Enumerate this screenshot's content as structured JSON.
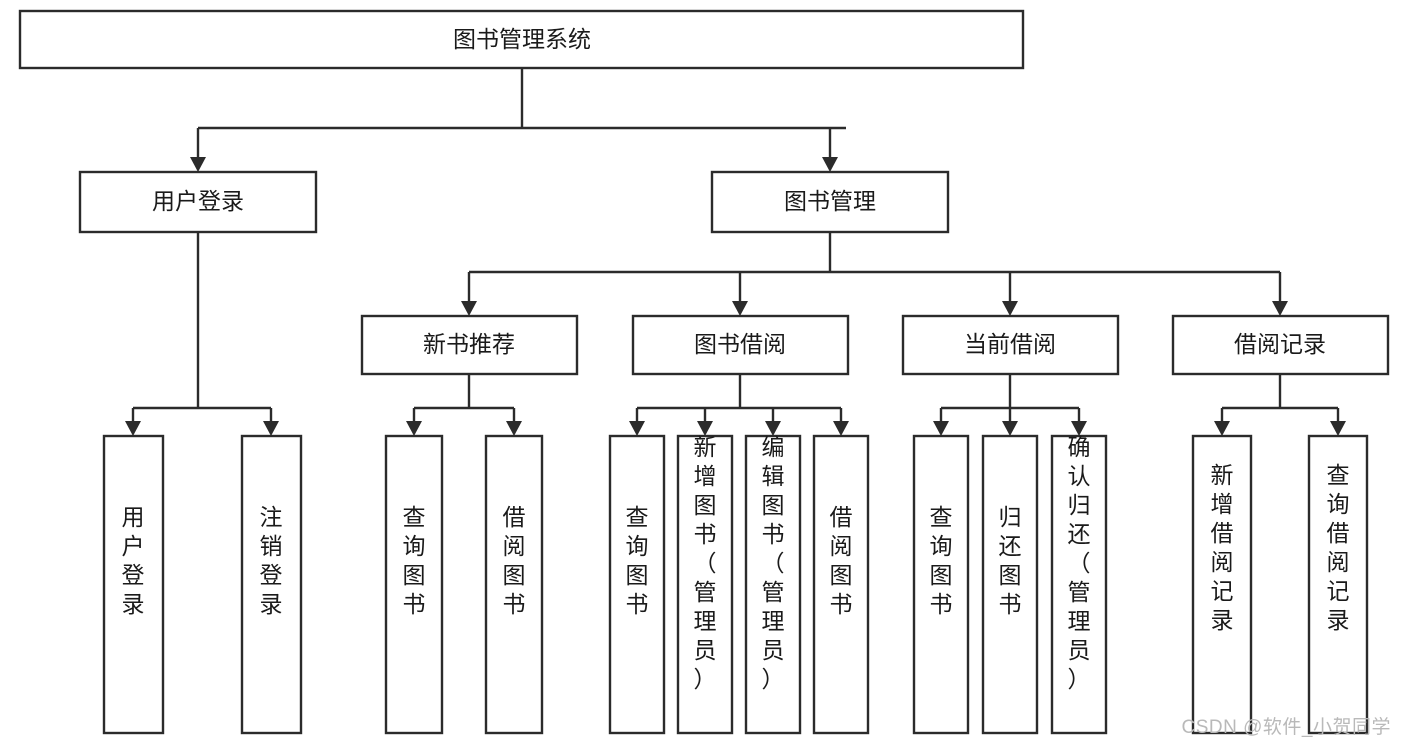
{
  "diagram": {
    "type": "tree",
    "title": "图书管理系统",
    "orientation": "top-down",
    "edge_style": "orthogonal-arrow",
    "colors": {
      "box_fill": "#ffffff",
      "box_stroke": "#2b2b2b",
      "text": "#1a1a1a",
      "background": "#ffffff",
      "watermark": "#b9b9b9"
    },
    "levels": {
      "root": "图书管理系统",
      "level2": [
        "用户登录",
        "图书管理"
      ],
      "level3": [
        "新书推荐",
        "图书借阅",
        "当前借阅",
        "借阅记录"
      ],
      "leaves": [
        "用户登录",
        "注销登录",
        "查询图书",
        "借阅图书",
        "查询图书",
        "新增图书（管理员）",
        "编辑图书（管理员）",
        "借阅图书",
        "查询图书",
        "归还图书",
        "确认归还（管理员）",
        "新增借阅记录",
        "查询借阅记录"
      ]
    },
    "nodes": {
      "root": {
        "label": "图书管理系统"
      },
      "user_login": {
        "label": "用户登录"
      },
      "book_manage": {
        "label": "图书管理"
      },
      "new_book_rec": {
        "label": "新书推荐"
      },
      "book_borrow": {
        "label": "图书借阅"
      },
      "current_borrow": {
        "label": "当前借阅"
      },
      "borrow_record": {
        "label": "借阅记录"
      },
      "leaf_user_login": {
        "label": "用户登录"
      },
      "leaf_logout": {
        "label": "注销登录"
      },
      "leaf_query_book_a": {
        "label": "查询图书"
      },
      "leaf_borrow_book_a": {
        "label": "借阅图书"
      },
      "leaf_query_book_b": {
        "label": "查询图书"
      },
      "leaf_add_book": {
        "label": "新增图书（管理员）"
      },
      "leaf_edit_book": {
        "label": "编辑图书（管理员）"
      },
      "leaf_borrow_book_b": {
        "label": "借阅图书"
      },
      "leaf_query_book_c": {
        "label": "查询图书"
      },
      "leaf_return_book": {
        "label": "归还图书"
      },
      "leaf_confirm_return": {
        "label": "确认归还（管理员）"
      },
      "leaf_add_record": {
        "label": "新增借阅记录"
      },
      "leaf_query_record": {
        "label": "查询借阅记录"
      }
    },
    "edges": [
      {
        "from": "root",
        "to": "user_login"
      },
      {
        "from": "root",
        "to": "book_manage"
      },
      {
        "from": "user_login",
        "to": "leaf_user_login"
      },
      {
        "from": "user_login",
        "to": "leaf_logout"
      },
      {
        "from": "book_manage",
        "to": "new_book_rec"
      },
      {
        "from": "book_manage",
        "to": "book_borrow"
      },
      {
        "from": "book_manage",
        "to": "current_borrow"
      },
      {
        "from": "book_manage",
        "to": "borrow_record"
      },
      {
        "from": "new_book_rec",
        "to": "leaf_query_book_a"
      },
      {
        "from": "new_book_rec",
        "to": "leaf_borrow_book_a"
      },
      {
        "from": "book_borrow",
        "to": "leaf_query_book_b"
      },
      {
        "from": "book_borrow",
        "to": "leaf_add_book"
      },
      {
        "from": "book_borrow",
        "to": "leaf_edit_book"
      },
      {
        "from": "book_borrow",
        "to": "leaf_borrow_book_b"
      },
      {
        "from": "current_borrow",
        "to": "leaf_query_book_c"
      },
      {
        "from": "current_borrow",
        "to": "leaf_return_book"
      },
      {
        "from": "current_borrow",
        "to": "leaf_confirm_return"
      },
      {
        "from": "borrow_record",
        "to": "leaf_add_record"
      },
      {
        "from": "borrow_record",
        "to": "leaf_query_record"
      }
    ]
  },
  "watermark": {
    "text": "CSDN @软件_小贺同学"
  }
}
